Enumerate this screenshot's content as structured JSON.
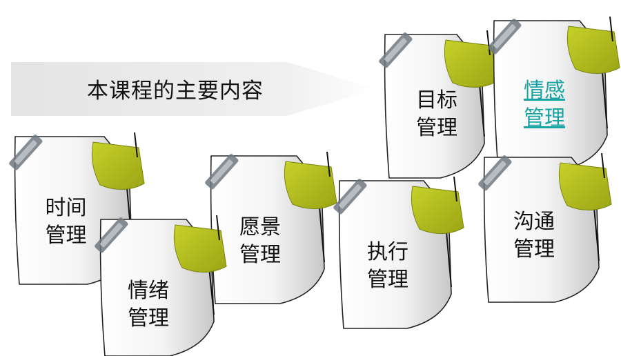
{
  "title": "本课程的主要内容",
  "cards": [
    {
      "id": "goal",
      "line1": "目标",
      "line2": "管理",
      "link": false
    },
    {
      "id": "emotion",
      "line1": "情感",
      "line2": "管理",
      "link": true
    },
    {
      "id": "time",
      "line1": "时间",
      "line2": "管理",
      "link": false
    },
    {
      "id": "vision",
      "line1": "愿景",
      "line2": "管理",
      "link": false
    },
    {
      "id": "execution",
      "line1": "执行",
      "line2": "管理",
      "link": false
    },
    {
      "id": "communication",
      "line1": "沟通",
      "line2": "管理",
      "link": false
    },
    {
      "id": "mood",
      "line1": "情绪",
      "line2": "管理",
      "link": false
    }
  ],
  "colors": {
    "accent": "#b5c21f",
    "link": "#1aa3a3",
    "clip": "#6f7780"
  }
}
